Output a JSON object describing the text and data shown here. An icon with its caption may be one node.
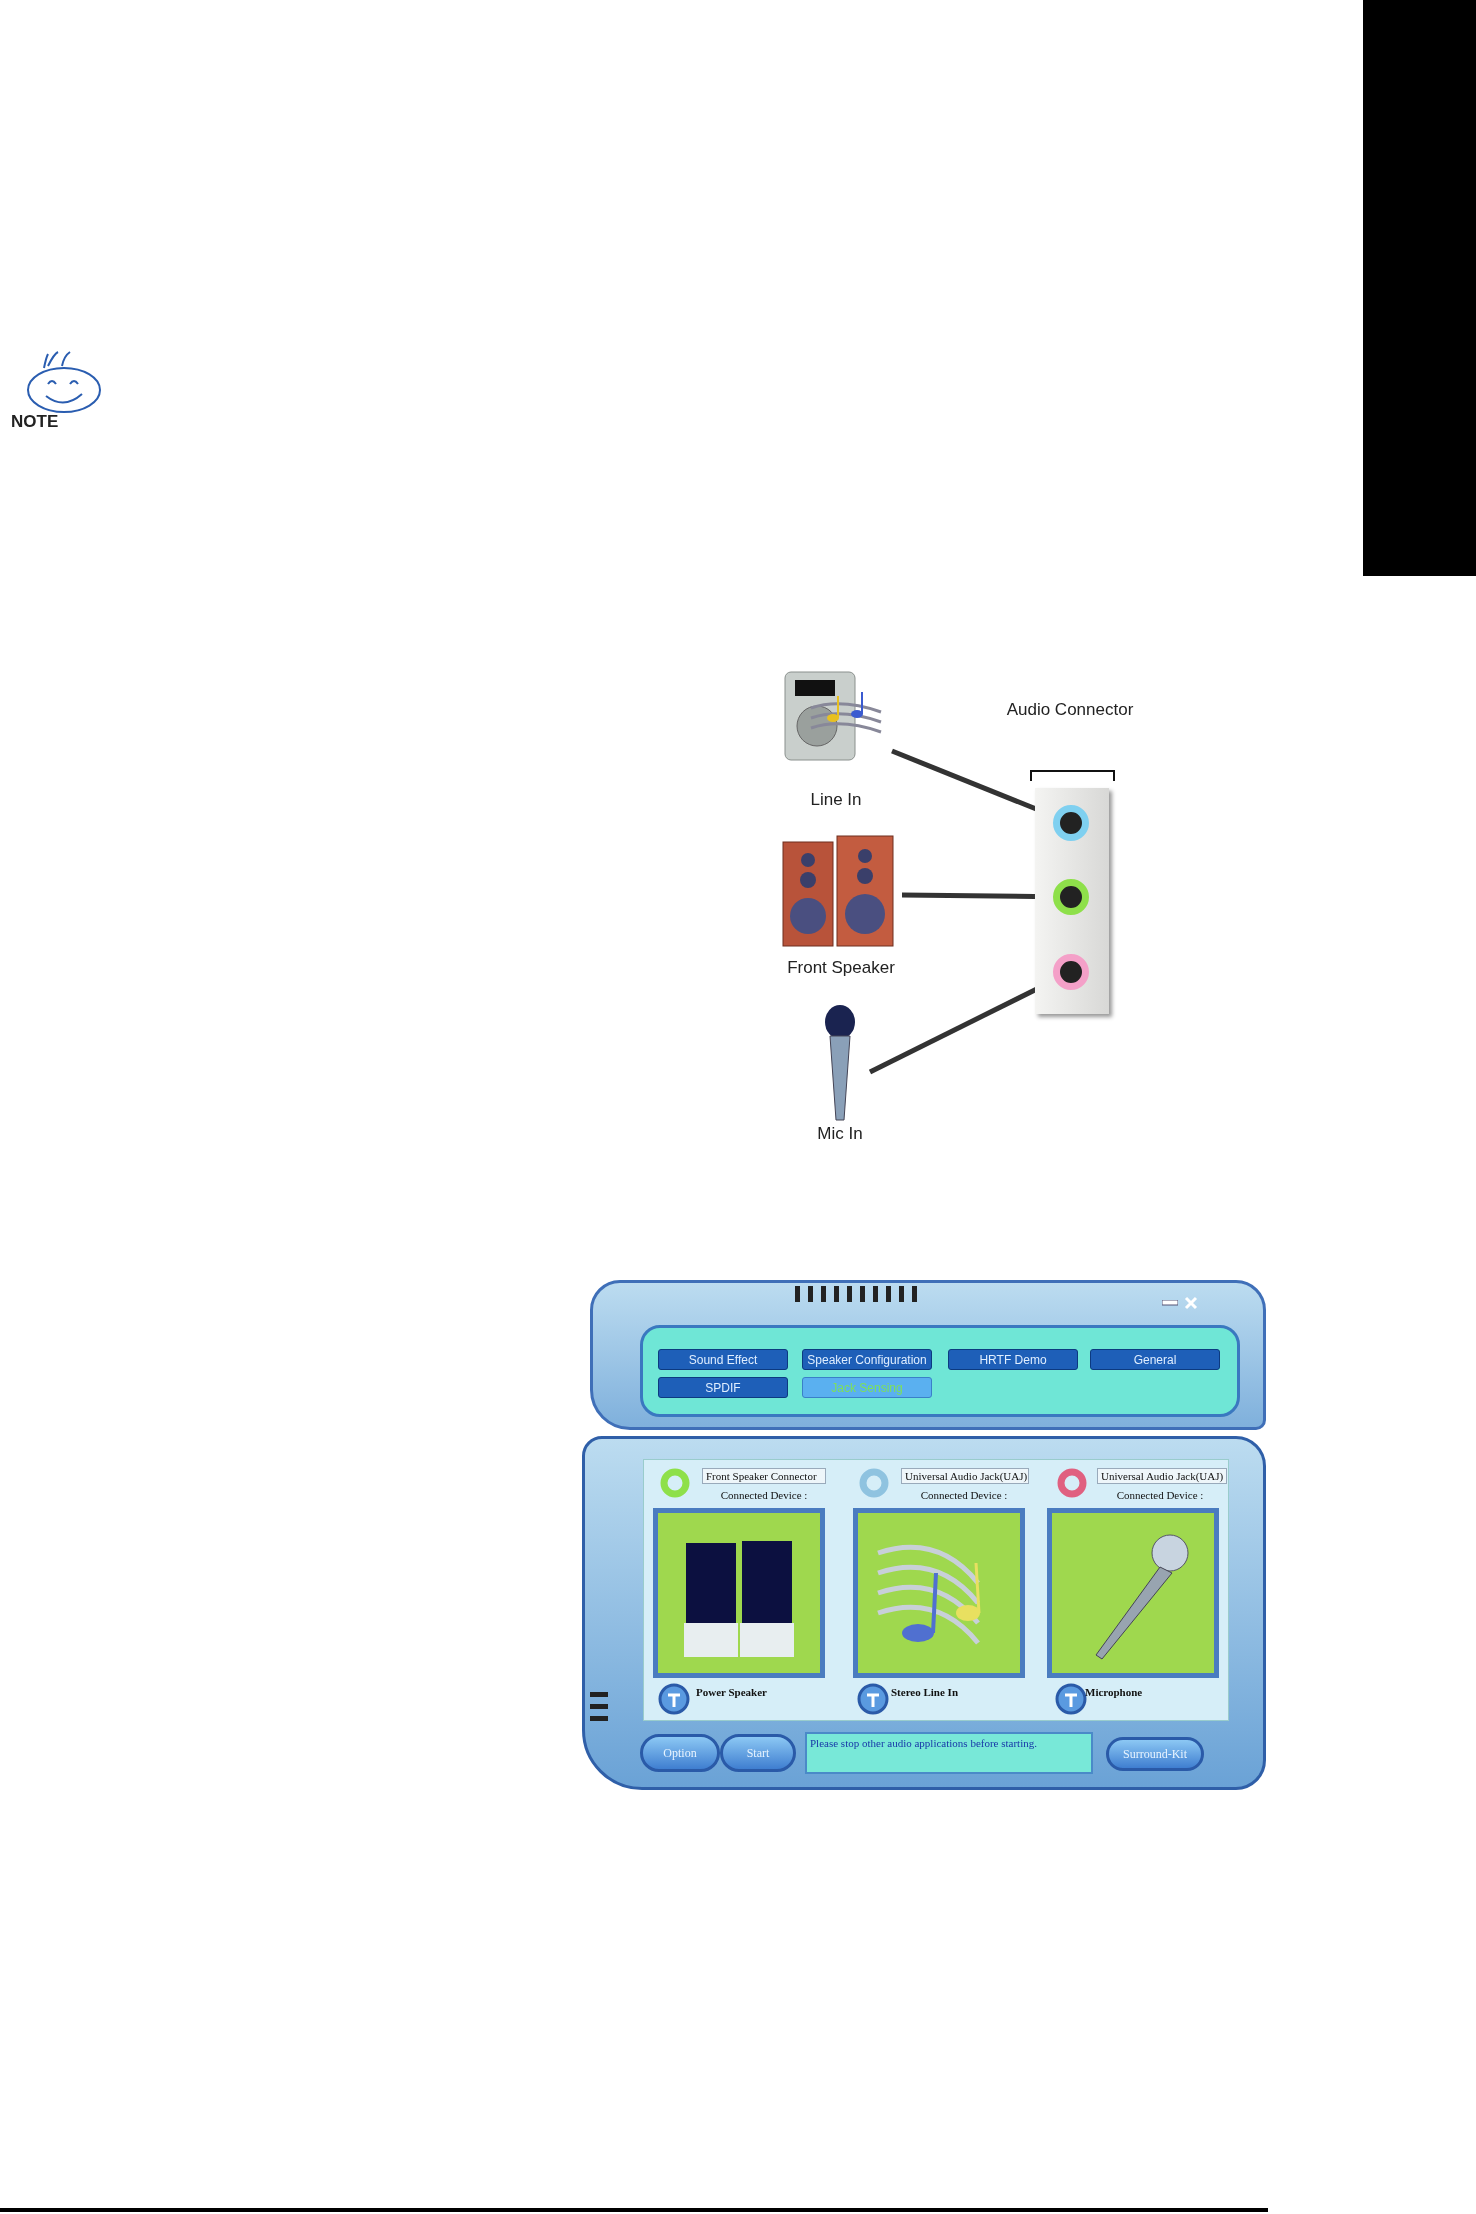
{
  "diagram": {
    "nodes": [
      {
        "text": [
          "Line In"
        ]
      },
      {
        "text": [
          "Front Speaker"
        ]
      },
      {
        "text": [
          "Mic In"
        ]
      },
      {
        "text": [
          "Audio Connector"
        ]
      },
      {
        "text": [],
        "shape": "circle",
        "in": 3
      },
      {
        "text": [],
        "shape": "circle",
        "in": 3
      },
      {
        "text": [],
        "shape": "circle",
        "in": 3
      },
      {
        "text": [],
        "shape": "bar"
      }
    ],
    "edges": [
      {
        "from": 0,
        "to": 4,
        "arrow": "none"
      },
      {
        "from": 1,
        "to": 5,
        "arrow": "none"
      },
      {
        "from": 2,
        "to": 6,
        "arrow": "none"
      }
    ],
    "labels": [
      "NOTE",
      "Sound Effect",
      "Speaker Configuration",
      "HRTF Demo",
      "General",
      "SPDIF",
      "Jack Sensing",
      "Front Speaker Connector",
      "Connected Device :",
      "Universal Audio Jack(UAJ)",
      "Connected Device :",
      "Universal Audio Jack(UAJ)",
      "Connected Device :",
      "Power Speaker",
      "Stereo Line In",
      "Microphone",
      "Option",
      "Start",
      "Please stop other audio applications before starting.",
      "Surround-Kit"
    ]
  }
}
